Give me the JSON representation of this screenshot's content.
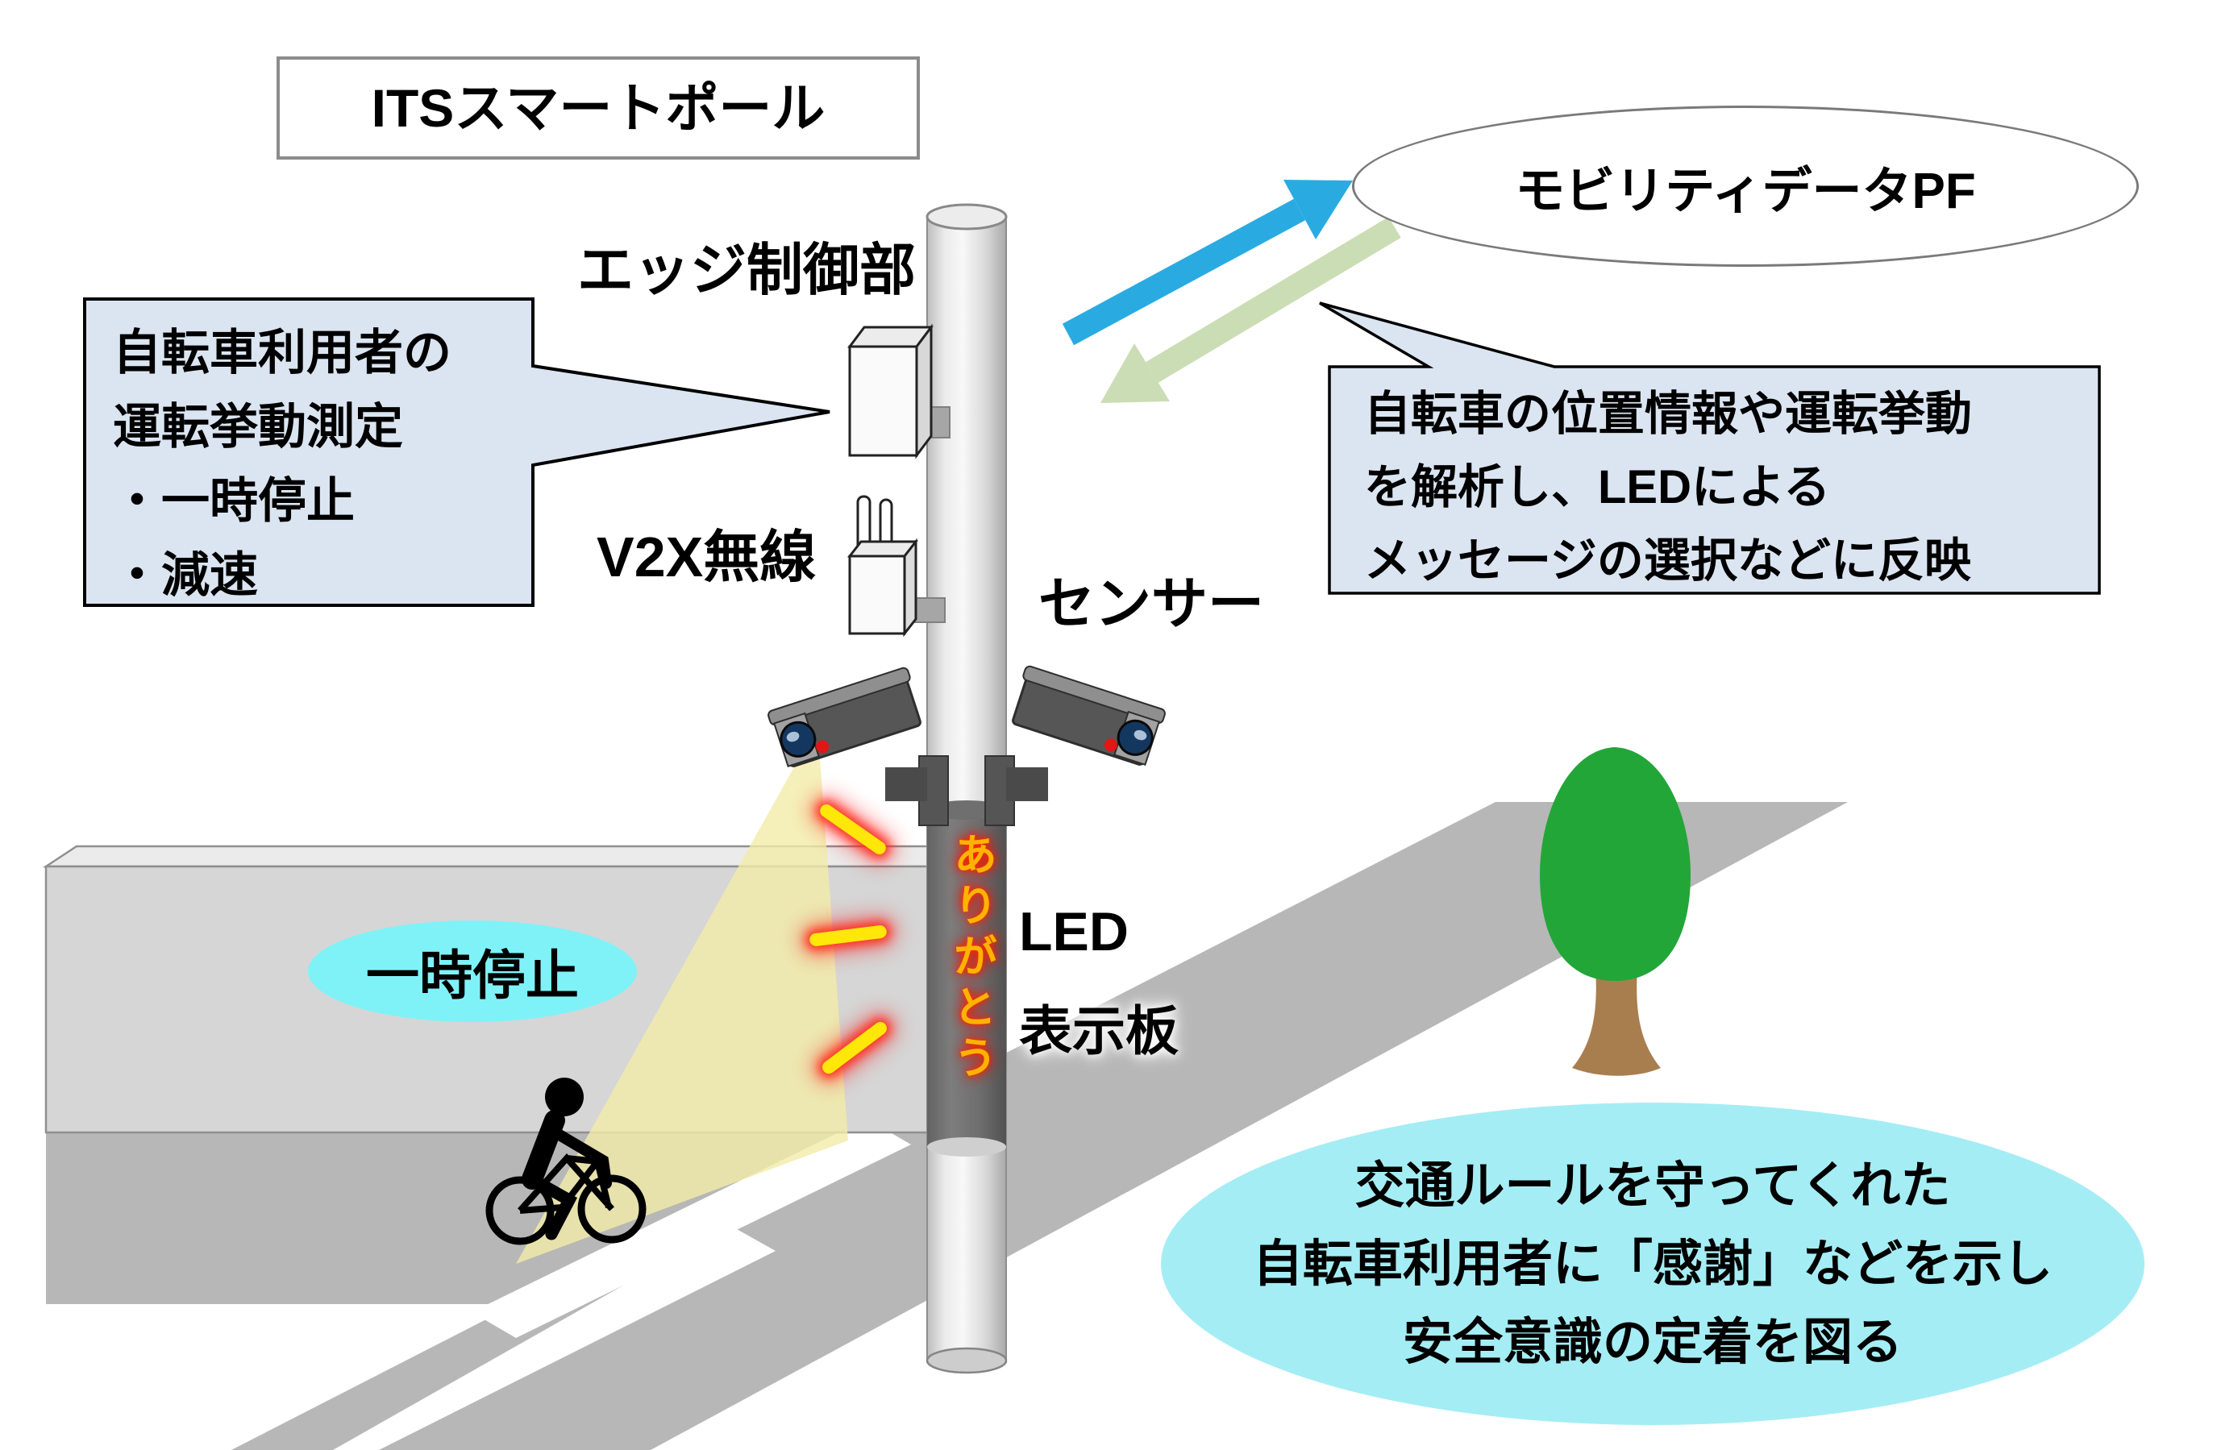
{
  "diagram": {
    "title": "ITSスマートポール",
    "platform": "モビリティデータPF",
    "labels": {
      "edge_controller": "エッジ制御部",
      "v2x_radio": "V2X無線",
      "sensor": "センサー",
      "led_line1": "LED",
      "led_line2": "表示板"
    },
    "led_message": "ありがとう",
    "stop_sign": "一時停止",
    "left_callout": {
      "lines": [
        "自転車利用者の",
        "運転挙動測定",
        "・一時停止",
        "・減速"
      ]
    },
    "right_callout": {
      "lines": [
        "自転車の位置情報や運転挙動",
        "を解析し、LEDによる",
        "メッセージの選択などに反映"
      ]
    },
    "goal_callout": {
      "lines": [
        "交通ルールを守ってくれた",
        "自転車利用者に「感謝」などを示し",
        "安全意識の定着を図る"
      ]
    },
    "colors": {
      "callout_fill": "#dbe5f1",
      "cyan_bubble": "#a5edf4",
      "stop_bubble": "#7ff2f8",
      "upload_arrow": "#29abe2",
      "download_arrow": "#cbddb4",
      "led_bar": "#ffe70a",
      "led_glow": "#ff2200",
      "led_text": "#ffb300",
      "tree_green": "#23a638",
      "trunk_brown": "#a87e4f",
      "road_gray": "#b7b7b7",
      "wall_gray": "#d6d6d6"
    }
  }
}
